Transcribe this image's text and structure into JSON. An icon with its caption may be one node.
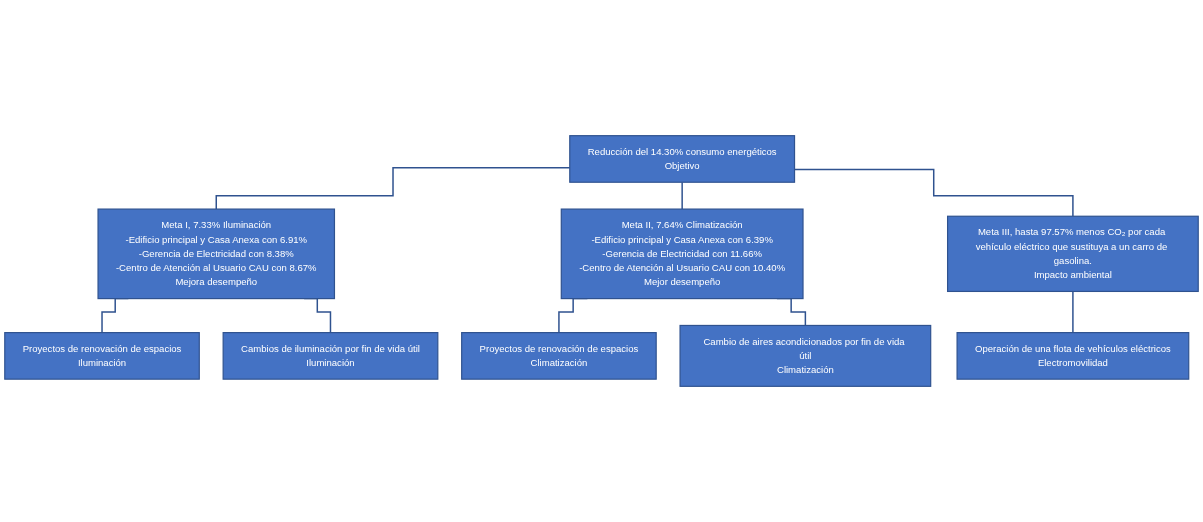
{
  "diagram": {
    "nodes": [
      {
        "text": [
          "Reducción del 14.30% consumo energéticos",
          "Objetivo"
        ]
      },
      {
        "text": [
          "Meta I, 7.33%  Iluminación",
          "-Edificio principal y Casa Anexa con 6.91%",
          "-Gerencia de Electricidad con 8.38%",
          "-Centro de Atención al Usuario CAU con 8.67%",
          "Mejora desempeño"
        ]
      },
      {
        "text": [
          "Meta II, 7.64% Climatización",
          "-Edificio principal y Casa Anexa con 6.39%",
          "-Gerencia de Electricidad con 11.66%",
          "-Centro de Atención al Usuario CAU con 10.40%",
          "Mejor desempeño"
        ]
      },
      {
        "text": [
          "Meta III, hasta 97.57% menos CO₂ por cada vehículo eléctrico que sustituya a un carro de gasolina.",
          "Impacto ambiental"
        ]
      },
      {
        "text": [
          "Proyectos de renovación de espacios",
          "Iluminación"
        ]
      },
      {
        "text": [
          "Cambios de iluminación por fin de vida útil",
          "Iluminación"
        ]
      },
      {
        "text": [
          "Proyectos de renovación de espacios",
          "Climatización"
        ]
      },
      {
        "text": [
          "Cambio de aires acondicionados por fin de vida útil",
          "Climatización"
        ]
      },
      {
        "text": [
          "Operación de una flota de vehículos eléctricos",
          "Electromovilidad"
        ]
      }
    ],
    "edges": [
      {
        "from": 0,
        "to": 1,
        "arrow": "none"
      },
      {
        "from": 0,
        "to": 2,
        "arrow": "none"
      },
      {
        "from": 0,
        "to": 3,
        "arrow": "none"
      },
      {
        "from": 1,
        "to": 4,
        "arrow": "none"
      },
      {
        "from": 1,
        "to": 5,
        "arrow": "none"
      },
      {
        "from": 2,
        "to": 6,
        "arrow": "none"
      },
      {
        "from": 2,
        "to": 7,
        "arrow": "none"
      },
      {
        "from": 3,
        "to": 8,
        "arrow": "none"
      }
    ]
  }
}
